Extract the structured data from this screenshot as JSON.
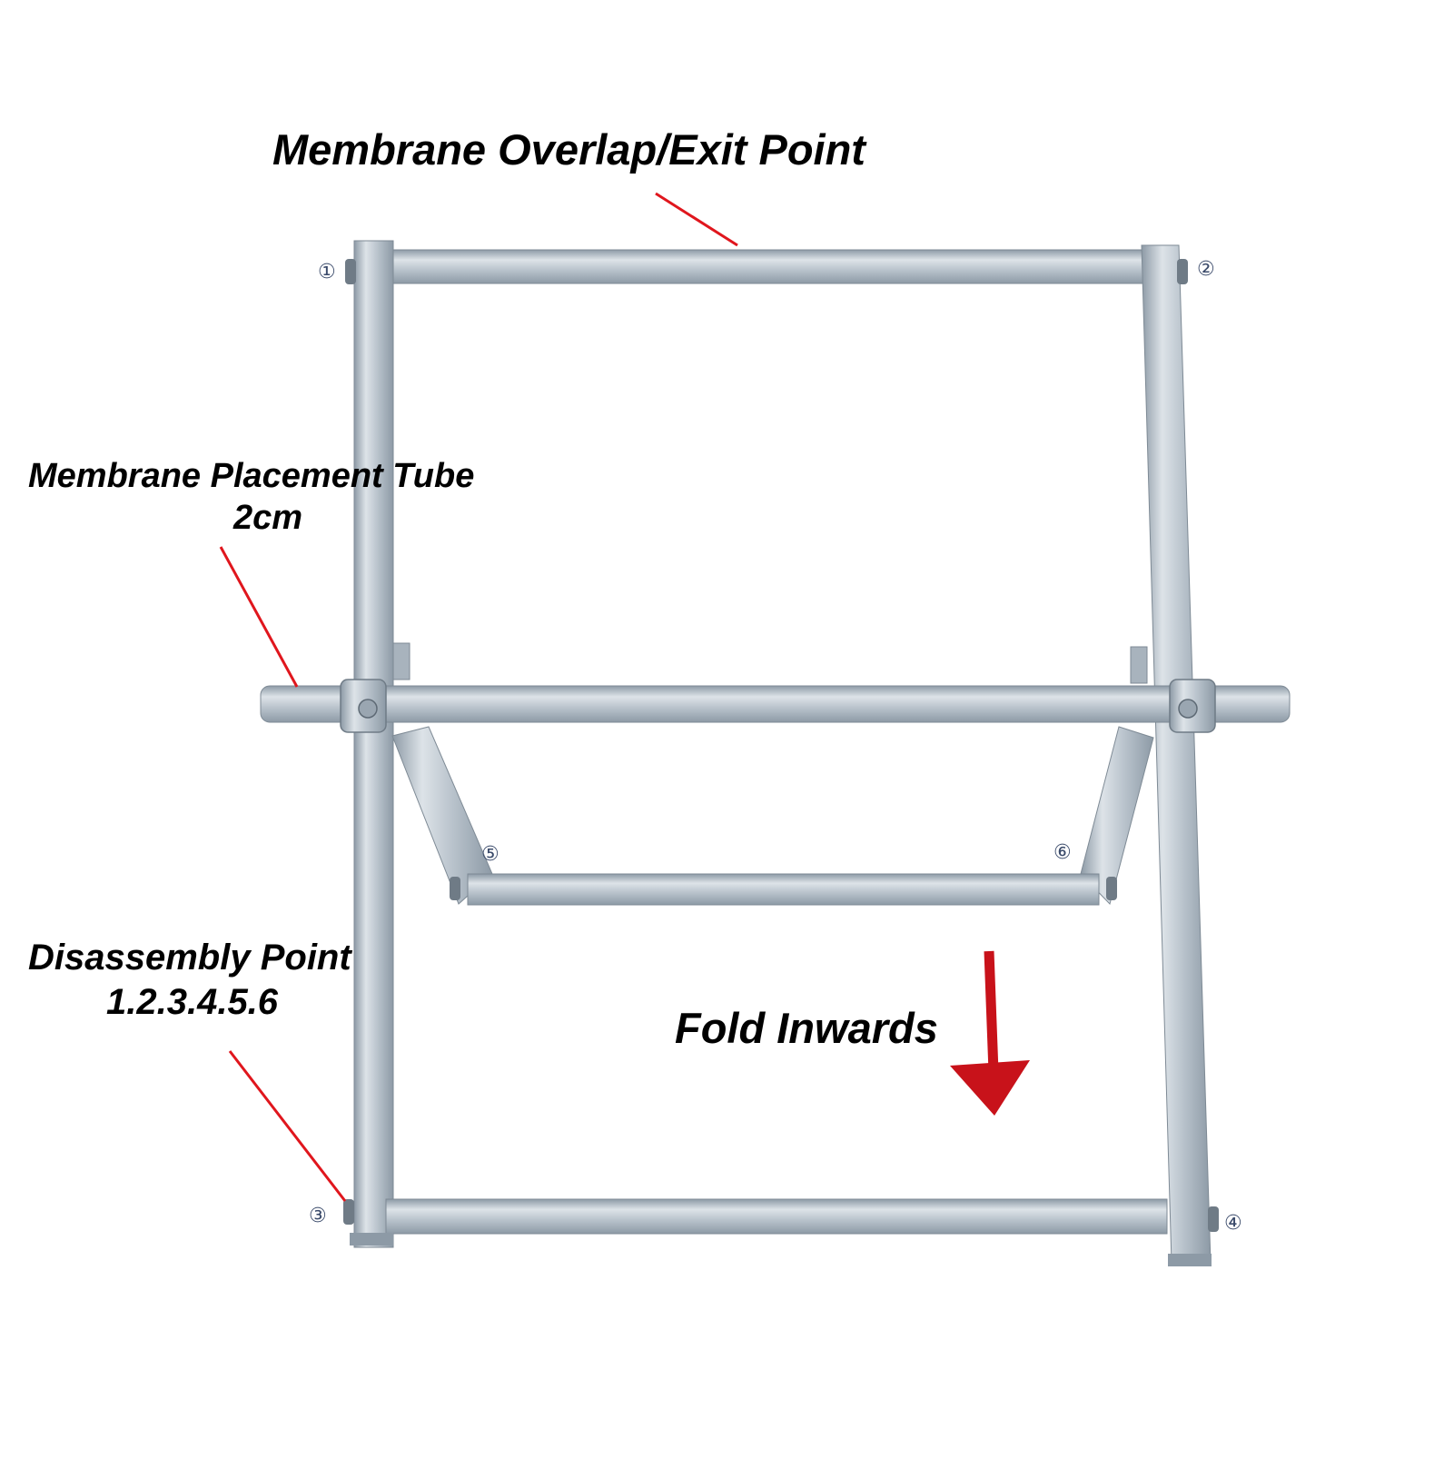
{
  "labels": {
    "exit_point": "Membrane Overlap/Exit Point",
    "placement_tube": {
      "line1": "Membrane Placement Tube",
      "line2": "2cm"
    },
    "disassembly": {
      "line1": "Disassembly Point",
      "line2": "1.2.3.4.5.6"
    },
    "fold": "Fold Inwards"
  },
  "point_numbers": [
    "①",
    "②",
    "③",
    "④",
    "⑤",
    "⑥"
  ],
  "colors": {
    "background": "#ffffff",
    "tube": "#b9c3cc",
    "tube_dark": "#8d9aa6",
    "tube_light": "#dde3e8",
    "leader_line": "#e0161d",
    "arrow": "#c8121a",
    "text": "#000000"
  }
}
